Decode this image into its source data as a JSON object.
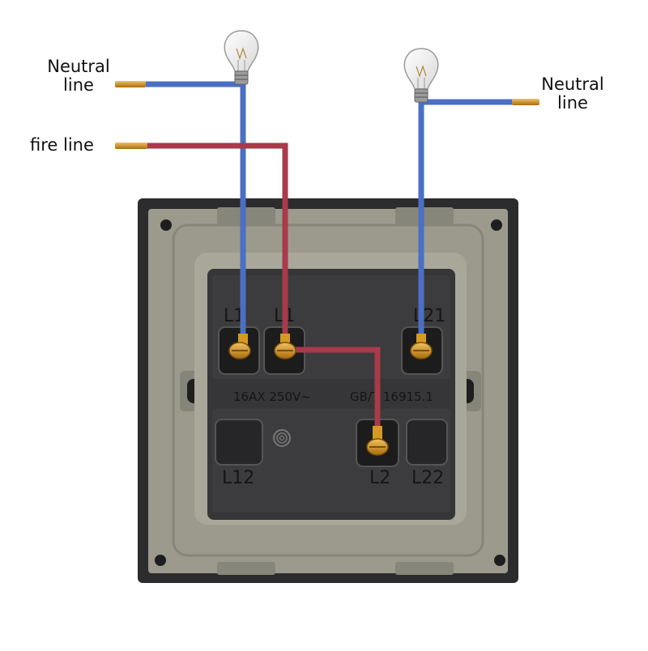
{
  "labels": {
    "neutral_left": [
      "Neutral",
      "line"
    ],
    "fire": "fire line",
    "neutral_right": [
      "Neutral",
      "line"
    ]
  },
  "terminals": {
    "l1_top": "L1",
    "l1": "L1",
    "l2_1": "L21",
    "l1_2": "L12",
    "l2": "L2",
    "l2_2": "L22"
  },
  "markings": {
    "rating": "16AX 250V~",
    "standard": "GB/T 16915.1"
  },
  "colors": {
    "neutral_wire": "#4a6fc4",
    "fire_wire": "#a83a4a",
    "copper": "#c8901c",
    "frame": "#9b9a8d",
    "plate": "#2c2c2e"
  }
}
